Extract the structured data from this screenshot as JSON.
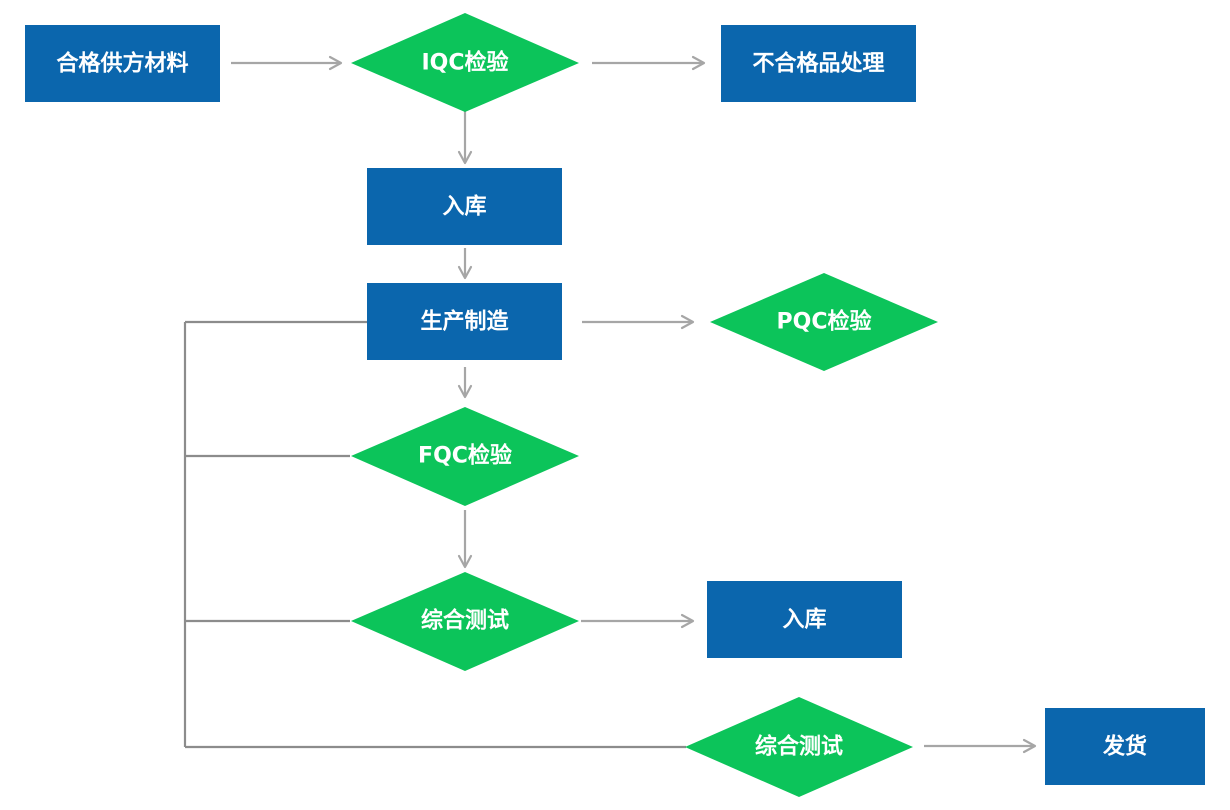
{
  "colors": {
    "process_box": "#0b66ad",
    "decision_diamond": "#0cc45a",
    "connector": "#a6a6a6",
    "text": "#ffffff"
  },
  "nodes": {
    "supplier_material": {
      "label": "合格供方材料",
      "shape": "rectangle"
    },
    "iqc_inspection": {
      "label": "IQC检验",
      "shape": "diamond"
    },
    "nonconforming_handling": {
      "label": "不合格品处理",
      "shape": "rectangle"
    },
    "warehouse_in_1": {
      "label": "入库",
      "shape": "rectangle"
    },
    "manufacturing": {
      "label": "生产制造",
      "shape": "rectangle"
    },
    "pqc_inspection": {
      "label": "PQC检验",
      "shape": "diamond"
    },
    "fqc_inspection": {
      "label": "FQC检验",
      "shape": "diamond"
    },
    "integrated_test_1": {
      "label": "综合测试",
      "shape": "diamond"
    },
    "warehouse_in_2": {
      "label": "入库",
      "shape": "rectangle"
    },
    "integrated_test_2": {
      "label": "综合测试",
      "shape": "diamond"
    },
    "shipping": {
      "label": "发货",
      "shape": "rectangle"
    }
  },
  "edges": [
    {
      "from": "supplier_material",
      "to": "iqc_inspection"
    },
    {
      "from": "iqc_inspection",
      "to": "nonconforming_handling"
    },
    {
      "from": "iqc_inspection",
      "to": "warehouse_in_1"
    },
    {
      "from": "warehouse_in_1",
      "to": "manufacturing"
    },
    {
      "from": "manufacturing",
      "to": "pqc_inspection"
    },
    {
      "from": "manufacturing",
      "to": "fqc_inspection"
    },
    {
      "from": "fqc_inspection",
      "to": "integrated_test_1"
    },
    {
      "from": "integrated_test_1",
      "to": "warehouse_in_2"
    },
    {
      "from": "integrated_test_2",
      "to": "shipping"
    }
  ],
  "side_trunk": {
    "from": "manufacturing",
    "connects": [
      "fqc_inspection",
      "integrated_test_1",
      "integrated_test_2"
    ]
  }
}
